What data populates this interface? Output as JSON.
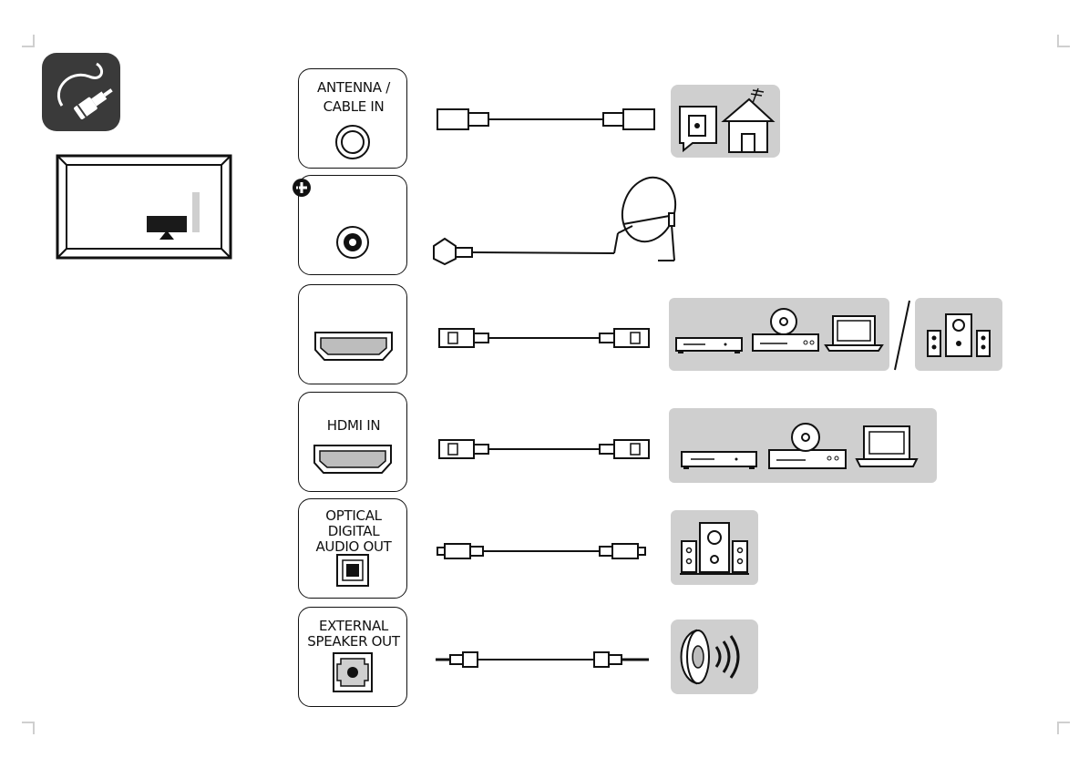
{
  "ports": [
    {
      "id": "antenna",
      "label_lines": [
        "ANTENNA /",
        "CABLE IN"
      ],
      "port_icon": "coax-round-port-icon",
      "cable_icon": "coax-cable-icon",
      "device_icons": [
        "wall-outlet-speech-icon",
        "house-antenna-icon"
      ]
    },
    {
      "id": "satellite",
      "label_lines": [],
      "port_icon": "satellite-round-port-icon",
      "cable_icon": "f-connector-cable-icon",
      "device_icons": [
        "satellite-dish-icon"
      ]
    },
    {
      "id": "hdmi-top",
      "label_lines": [],
      "port_icon": "hdmi-port-icon",
      "cable_icon": "hdmi-cable-icon",
      "device_icons": [
        "set-top-box-icon",
        "dvd-player-icon",
        "laptop-icon",
        "home-theater-speakers-icon"
      ]
    },
    {
      "id": "hdmi-in",
      "label_lines": [
        "HDMI IN"
      ],
      "port_icon": "hdmi-port-icon",
      "cable_icon": "hdmi-cable-icon",
      "device_icons": [
        "set-top-box-icon",
        "dvd-player-icon",
        "laptop-icon"
      ]
    },
    {
      "id": "optical",
      "label_lines": [
        "OPTICAL",
        "DIGITAL",
        "AUDIO OUT"
      ],
      "port_icon": "optical-square-port-icon",
      "cable_icon": "optical-cable-icon",
      "device_icons": [
        "speaker-system-icon"
      ]
    },
    {
      "id": "speaker",
      "label_lines": [
        "EXTERNAL",
        "SPEAKER OUT"
      ],
      "port_icon": "audio-jack-port-icon",
      "cable_icon": "audio-jack-cable-icon",
      "device_icons": [
        "external-speaker-icon"
      ]
    }
  ],
  "colors": {
    "panel_gray": "#cfcfcf",
    "icon_dark": "#2b2b2b",
    "outline": "#111111",
    "port_fill": "#bdbdbd"
  }
}
